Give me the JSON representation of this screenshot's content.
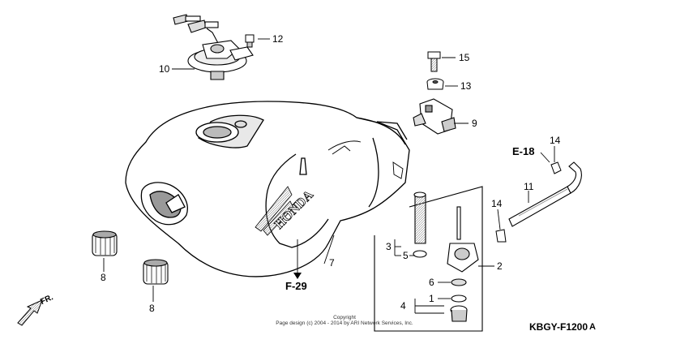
{
  "parts": [
    {
      "no": "1"
    },
    {
      "no": "2"
    },
    {
      "no": "3"
    },
    {
      "no": "4"
    },
    {
      "no": "5"
    },
    {
      "no": "6"
    },
    {
      "no": "7"
    },
    {
      "no": "8"
    },
    {
      "no": "8"
    },
    {
      "no": "9"
    },
    {
      "no": "10"
    },
    {
      "no": "11"
    },
    {
      "no": "12"
    },
    {
      "no": "13"
    },
    {
      "no": "14"
    },
    {
      "no": "14"
    },
    {
      "no": "15"
    }
  ],
  "refs": {
    "e18": "E-18",
    "f29": "F-29",
    "front": "FR."
  },
  "tank_logo": "HONDA",
  "copyright": {
    "line1": "Copyright",
    "line2": "Page design (c) 2004 - 2014 by ARI Network Services, Inc."
  },
  "diagram_code": "KBGY-F1200",
  "revision": "A",
  "colors": {
    "ink": "#000000",
    "shade": "#cccccc",
    "paper": "#ffffff"
  }
}
